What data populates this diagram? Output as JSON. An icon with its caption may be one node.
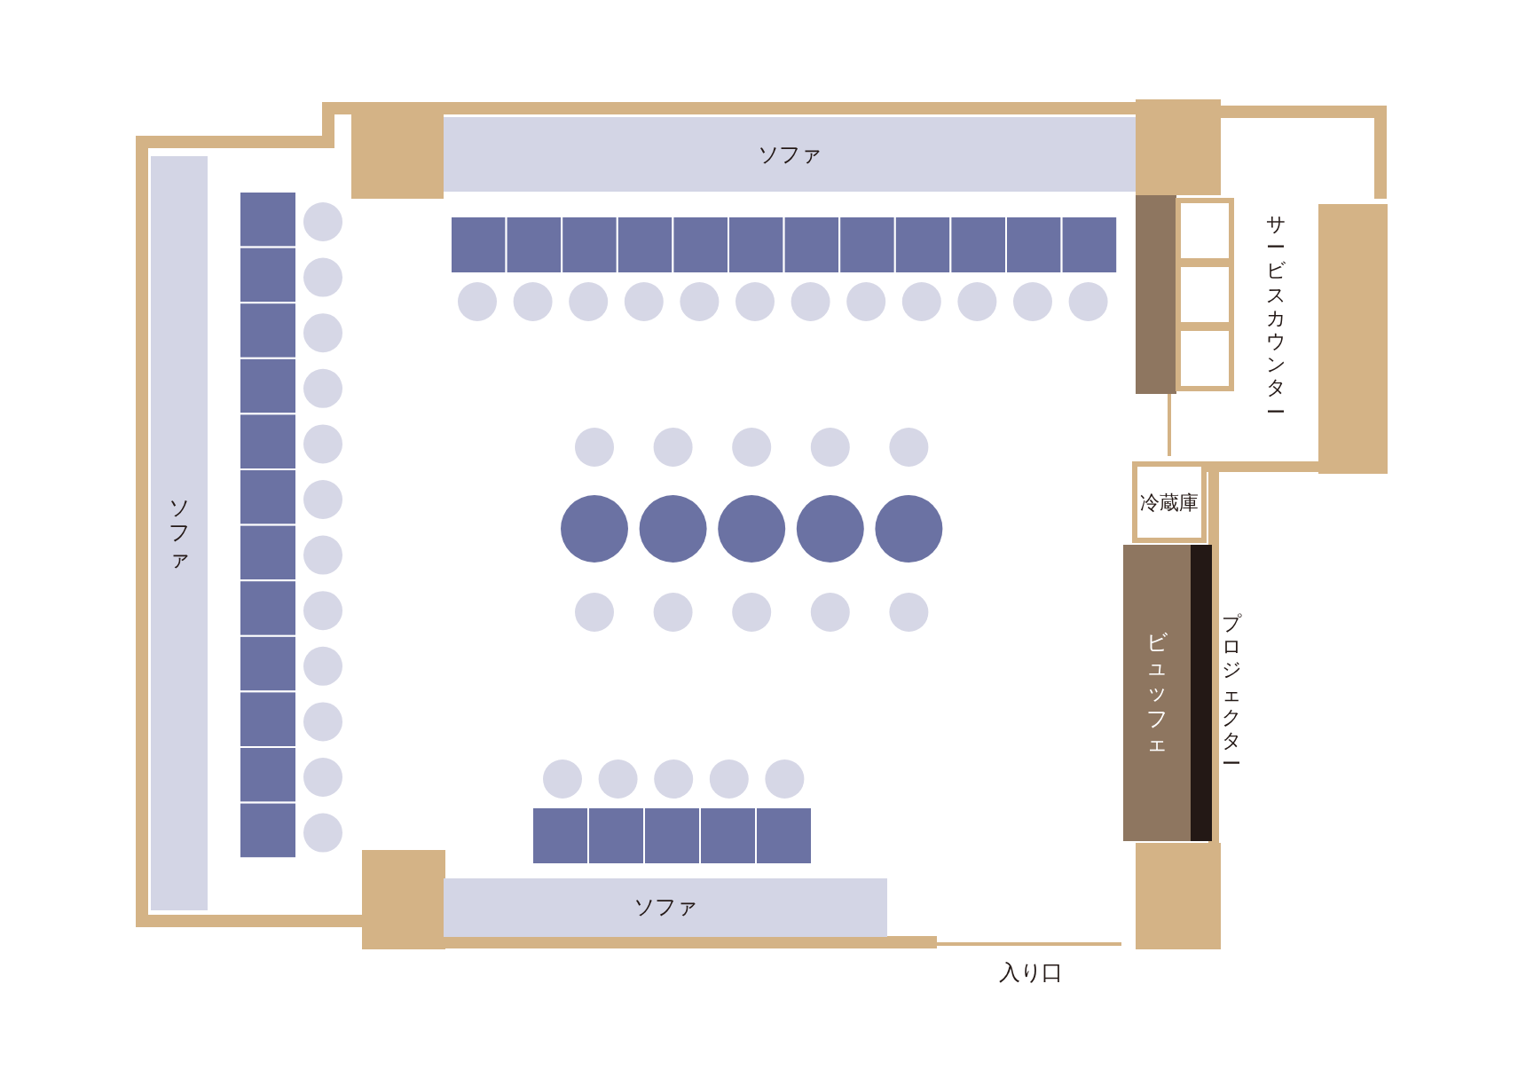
{
  "diagram": {
    "nodes": [
      {
        "text": [
          "ソファ"
        ]
      },
      {
        "text": [
          "ソファ"
        ]
      },
      {
        "text": [
          "ソファ"
        ]
      },
      {
        "text": [
          "冷蔵庫"
        ]
      },
      {
        "text": [
          "ビュッフェ"
        ]
      }
    ],
    "edges": [],
    "labels": [
      "サービスカウンター",
      "プロジェクター",
      "入り口"
    ]
  }
}
